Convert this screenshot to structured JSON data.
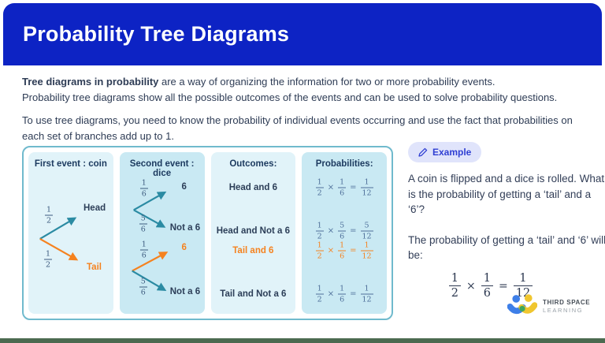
{
  "header": {
    "title": "Probability Tree Diagrams"
  },
  "intro": {
    "bold": "Tree diagrams in probability",
    "rest": " are a way of organizing the information for two or more probability events.",
    "line2": "Probability tree diagrams show all the possible outcomes of the events and can be used to solve probability questions.",
    "para2": "To use tree diagrams, you need to know the probability of individual events occurring and use the fact that probabilities on each set of branches add up to 1."
  },
  "symbols": {
    "times": "×",
    "equals": "="
  },
  "diagram": {
    "coin": {
      "header": "First event : coin",
      "branches": [
        {
          "frac": {
            "n": "1",
            "d": "2"
          },
          "label": "Head"
        },
        {
          "frac": {
            "n": "1",
            "d": "2"
          },
          "label": "Tail"
        }
      ]
    },
    "dice": {
      "header": "Second event : dice",
      "trees": [
        {
          "branches": [
            {
              "frac": {
                "n": "1",
                "d": "6"
              },
              "label": "6"
            },
            {
              "frac": {
                "n": "5",
                "d": "6"
              },
              "label": "Not a 6"
            }
          ]
        },
        {
          "branches": [
            {
              "frac": {
                "n": "1",
                "d": "6"
              },
              "label": "6"
            },
            {
              "frac": {
                "n": "5",
                "d": "6"
              },
              "label": "Not a 6"
            }
          ]
        }
      ]
    },
    "outcomes": {
      "header": "Outcomes:",
      "rows": [
        "Head and 6",
        "Head and Not a 6",
        "Tail and 6",
        "Tail and Not a 6"
      ]
    },
    "probabilities": {
      "header": "Probabilities:",
      "rows": [
        {
          "f1": {
            "n": "1",
            "d": "2"
          },
          "f2": {
            "n": "1",
            "d": "6"
          },
          "f3": {
            "n": "1",
            "d": "12"
          }
        },
        {
          "f1": {
            "n": "1",
            "d": "2"
          },
          "f2": {
            "n": "5",
            "d": "6"
          },
          "f3": {
            "n": "5",
            "d": "12"
          }
        },
        {
          "f1": {
            "n": "1",
            "d": "2"
          },
          "f2": {
            "n": "1",
            "d": "6"
          },
          "f3": {
            "n": "1",
            "d": "12"
          }
        },
        {
          "f1": {
            "n": "1",
            "d": "2"
          },
          "f2": {
            "n": "1",
            "d": "6"
          },
          "f3": {
            "n": "1",
            "d": "12"
          }
        }
      ]
    }
  },
  "example": {
    "badge": "Example",
    "question": "A coin is flipped and a dice is rolled. What is the probability of getting a ‘tail’ and a ‘6’?",
    "answer_intro": "The probability of getting a ‘tail’ and ‘6’ will be:",
    "math": {
      "f1": {
        "n": "1",
        "d": "2"
      },
      "f2": {
        "n": "1",
        "d": "6"
      },
      "f3": {
        "n": "1",
        "d": "12"
      }
    }
  },
  "logo": {
    "line1": "THIRD SPACE",
    "line2": "LEARNING"
  },
  "colors": {
    "header_blue": "#0d23c4",
    "arrow_teal": "#2b8ba3",
    "arrow_orange": "#f5821f",
    "column_light": "#e1f3f9",
    "column_dark": "#c9e9f3",
    "panel_border": "#70bacd",
    "badge_bg": "#e0e4fb",
    "badge_text": "#2f3fd3",
    "footer_bar": "#4c6a50"
  }
}
